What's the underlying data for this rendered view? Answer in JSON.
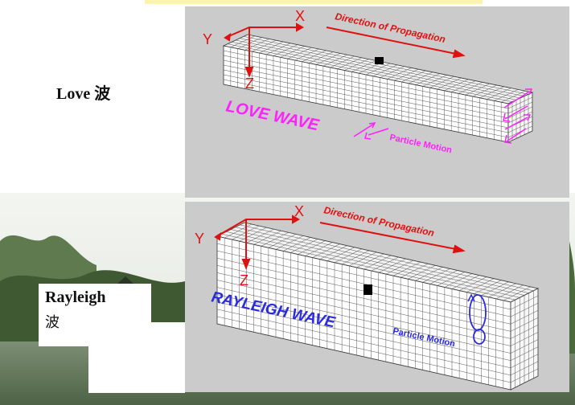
{
  "labels": {
    "love": "Love 波",
    "rayleigh_line1": "Rayleigh",
    "rayleigh_line2": "波"
  },
  "love_panel": {
    "axis_x": "X",
    "axis_y": "Y",
    "axis_z": "Z",
    "direction": "Direction of Propagation",
    "wave_name": "LOVE WAVE",
    "particle_motion": "Particle Motion",
    "wave_color": "#ff20ff"
  },
  "rayleigh_panel": {
    "axis_x": "X",
    "axis_y": "Y",
    "axis_z": "Z",
    "direction": "Direction of Propagation",
    "wave_name": "RAYLEIGH WAVE",
    "particle_motion": "Particle Motion",
    "wave_color": "#2a2ae0"
  },
  "colors": {
    "axis_red": "#e01010",
    "panel_gray": "#cbcbcb"
  }
}
